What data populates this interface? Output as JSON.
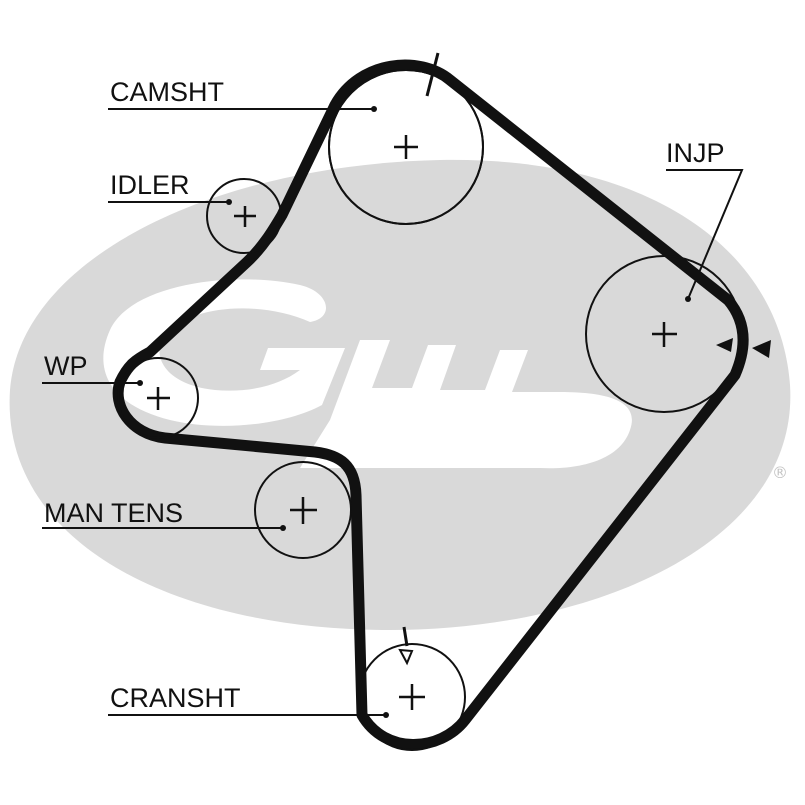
{
  "diagram": {
    "labels": {
      "camshaft": "CAMSHT",
      "idler": "IDLER",
      "injection_pump": "INJP",
      "water_pump": "WP",
      "manual_tensioner": "MAN TENS",
      "crankshaft": "CRANSHT"
    },
    "watermark": {
      "brand": "Gates",
      "registered_mark": "®"
    },
    "colors": {
      "belt": "#111111",
      "outline": "#111111",
      "watermark": "#d9d9d9",
      "background": "#ffffff"
    }
  }
}
